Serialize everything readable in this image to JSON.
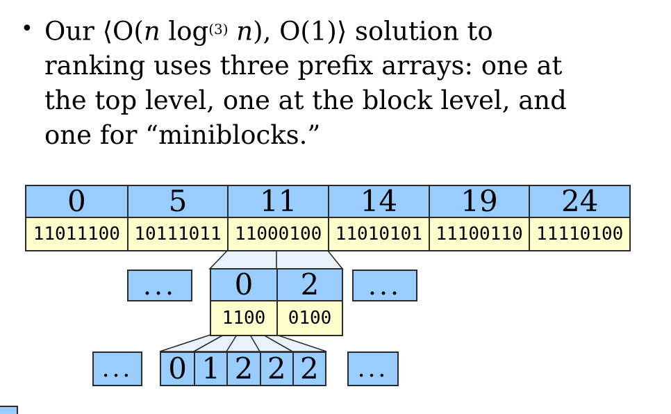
{
  "bullet": {
    "marker": "•",
    "line1": {
      "a": "Our ⟨O(",
      "n1": "n",
      "b": " log",
      "sup": "(3)",
      "sp": " ",
      "n2": "n",
      "c": "), O(1)⟩ solution to"
    },
    "line2": "ranking uses three prefix arrays: one at",
    "line3": "the top level, one at the block level, and",
    "line4": "one for “miniblocks.”"
  },
  "diagram": {
    "top_array": {
      "cells": [
        {
          "index": "0",
          "bits": "11011100"
        },
        {
          "index": "5",
          "bits": "10111011"
        },
        {
          "index": "11",
          "bits": "11000100"
        },
        {
          "index": "14",
          "bits": "11010101"
        },
        {
          "index": "19",
          "bits": "11100110"
        },
        {
          "index": "24",
          "bits": "11110100"
        }
      ]
    },
    "block_array": {
      "left_ellipsis": "...",
      "cells": [
        {
          "index": "0",
          "bits": "1100"
        },
        {
          "index": "2",
          "bits": "0100"
        }
      ],
      "right_ellipsis": "..."
    },
    "miniblock_array": {
      "left_ellipsis": "...",
      "values": [
        "0",
        "1",
        "2",
        "2",
        "2"
      ],
      "right_ellipsis": "..."
    },
    "colors": {
      "cell_blue": "#99ccff",
      "cell_cream": "#ffffcc",
      "connector_fill": "#e9f1fa",
      "border": "#2b2b2b"
    }
  }
}
